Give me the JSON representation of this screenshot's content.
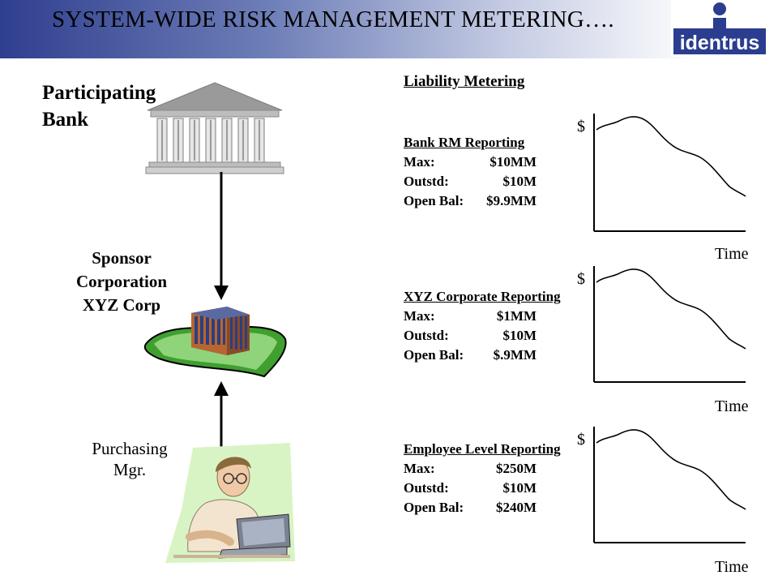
{
  "header": {
    "title": "SYSTEM-WIDE RISK MANAGEMENT METERING….",
    "logo_text": "identrus",
    "gradient_start": "#2f3f8f",
    "logo_color": "#2b3d8f"
  },
  "left": {
    "bank_label_line1": "Participating",
    "bank_label_line2": "Bank",
    "sponsor_line1": "Sponsor",
    "sponsor_line2": "Corporation",
    "sponsor_line3": "XYZ Corp",
    "purchasing_line1": "Purchasing",
    "purchasing_line2": "Mgr."
  },
  "right": {
    "section_title": "Liability Metering",
    "reports": [
      {
        "title": "Bank RM Reporting",
        "rows": [
          {
            "k": "Max:",
            "v": "$10MM"
          },
          {
            "k": "Outstd:",
            "v": "$10M"
          },
          {
            "k": "Open Bal:",
            "v": "$9.9MM"
          }
        ]
      },
      {
        "title": "XYZ Corporate Reporting",
        "rows": [
          {
            "k": "Max:",
            "v": "$1MM"
          },
          {
            "k": "Outstd:",
            "v": "$10M"
          },
          {
            "k": "Open Bal:",
            "v": "$.9MM"
          }
        ]
      },
      {
        "title": "Employee Level Reporting",
        "rows": [
          {
            "k": "Max:",
            "v": "$250M"
          },
          {
            "k": "Outstd:",
            "v": "$10M"
          },
          {
            "k": "Open Bal:",
            "v": "$240M"
          }
        ]
      }
    ],
    "charts": [
      {
        "ylabel": "$",
        "xlabel": "Time"
      },
      {
        "ylabel": "$",
        "xlabel": "Time"
      },
      {
        "ylabel": "$",
        "xlabel": "Time"
      }
    ]
  },
  "icons": [
    "bank-building-icon",
    "office-building-icon",
    "person-at-computer-icon",
    "identrus-logo"
  ]
}
